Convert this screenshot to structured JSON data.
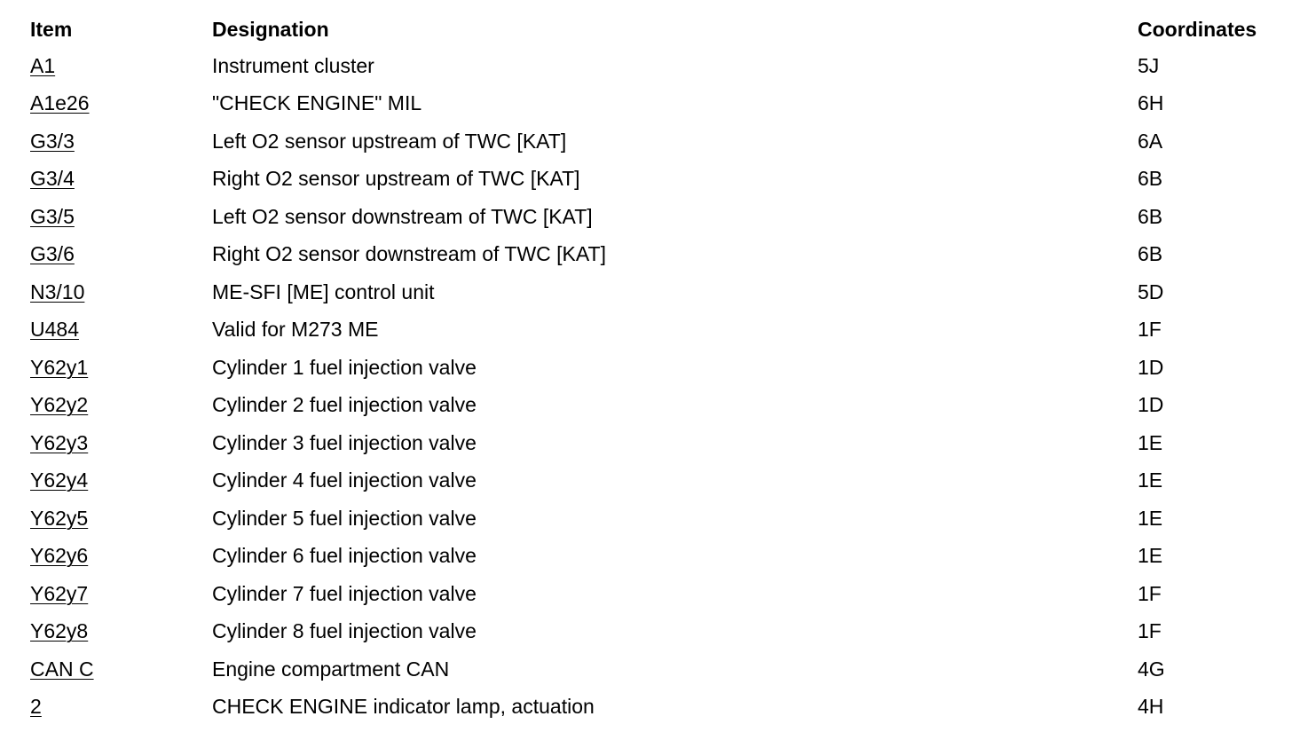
{
  "table": {
    "headers": {
      "item": "Item",
      "designation": "Designation",
      "coordinates": "Coordinates"
    },
    "rows": [
      {
        "item": "A1",
        "designation": "Instrument cluster",
        "coordinates": "5J"
      },
      {
        "item": "A1e26",
        "designation": "\"CHECK ENGINE\" MIL",
        "coordinates": "6H"
      },
      {
        "item": "G3/3",
        "designation": "Left O2 sensor upstream of TWC [KAT]",
        "coordinates": "6A"
      },
      {
        "item": "G3/4",
        "designation": "Right O2 sensor upstream of TWC [KAT]",
        "coordinates": "6B"
      },
      {
        "item": "G3/5",
        "designation": "Left O2 sensor downstream of TWC [KAT]",
        "coordinates": "6B"
      },
      {
        "item": "G3/6",
        "designation": "Right O2 sensor downstream of TWC [KAT]",
        "coordinates": "6B"
      },
      {
        "item": "N3/10",
        "designation": "ME-SFI [ME] control unit",
        "coordinates": "5D"
      },
      {
        "item": "U484",
        "designation": "Valid for M273 ME",
        "coordinates": "1F"
      },
      {
        "item": "Y62y1",
        "designation": "Cylinder 1 fuel injection valve",
        "coordinates": "1D"
      },
      {
        "item": "Y62y2",
        "designation": "Cylinder 2 fuel injection valve",
        "coordinates": "1D"
      },
      {
        "item": "Y62y3",
        "designation": "Cylinder 3 fuel injection valve",
        "coordinates": "1E"
      },
      {
        "item": "Y62y4",
        "designation": "Cylinder 4 fuel injection valve",
        "coordinates": "1E"
      },
      {
        "item": "Y62y5",
        "designation": "Cylinder 5 fuel injection valve",
        "coordinates": "1E"
      },
      {
        "item": "Y62y6",
        "designation": "Cylinder 6 fuel injection valve",
        "coordinates": "1E"
      },
      {
        "item": "Y62y7",
        "designation": "Cylinder 7 fuel injection valve",
        "coordinates": "1F"
      },
      {
        "item": "Y62y8",
        "designation": "Cylinder 8 fuel injection valve",
        "coordinates": "1F"
      },
      {
        "item": "CAN C",
        "designation": "Engine compartment CAN",
        "coordinates": "4G"
      },
      {
        "item": "2",
        "designation": "CHECK ENGINE indicator lamp, actuation",
        "coordinates": "4H"
      }
    ]
  }
}
